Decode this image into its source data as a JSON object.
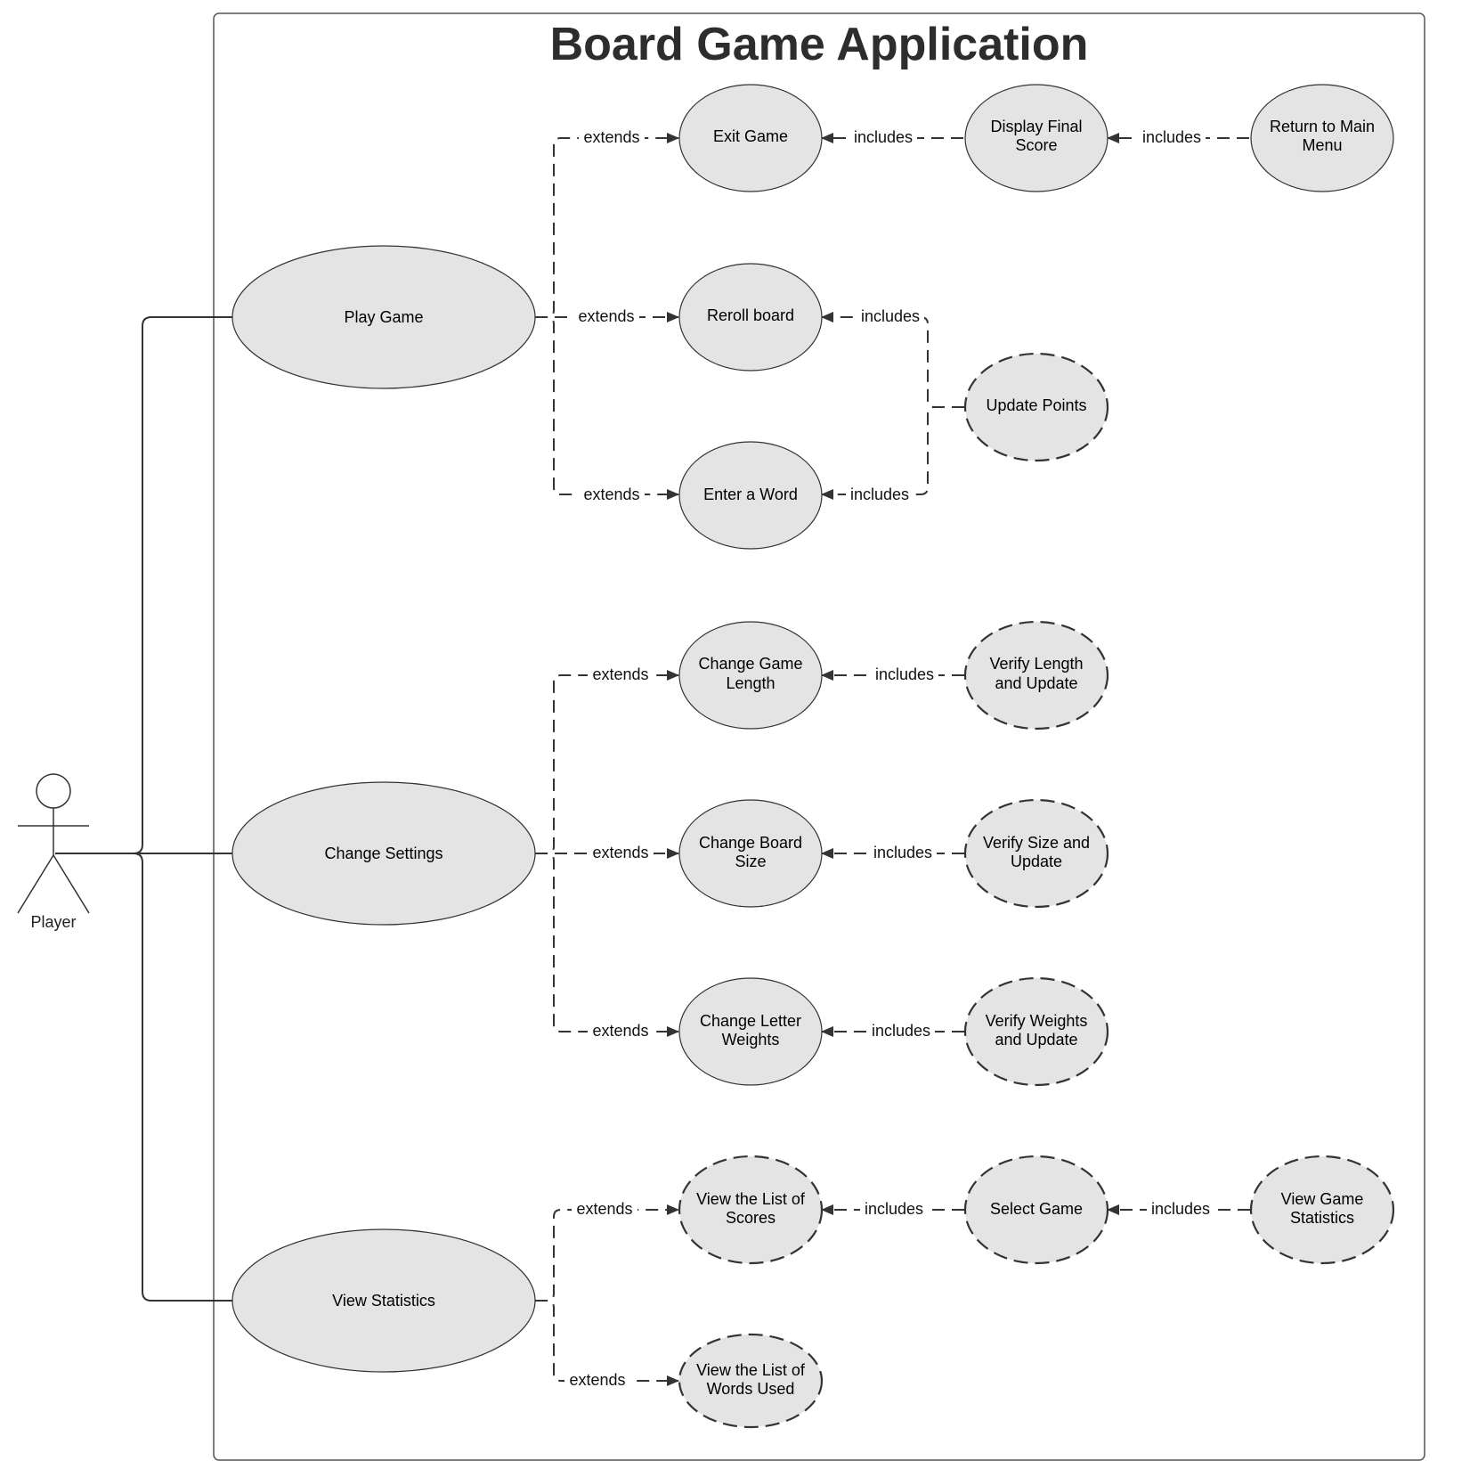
{
  "title": "Board Game Application",
  "actor": {
    "label": "Player"
  },
  "colors": {
    "ellipse_fill": "#e4e4e4",
    "stroke": "#333333",
    "title": "#2d2d2d"
  },
  "main_use_cases": {
    "play_game": "Play Game",
    "change_settings": "Change Settings",
    "view_statistics": "View Statistics"
  },
  "use_cases": {
    "exit_game": [
      "Exit Game"
    ],
    "display_final_score": [
      "Display Final",
      "Score"
    ],
    "return_to_main_menu": [
      "Return to Main",
      "Menu"
    ],
    "reroll_board": [
      "Reroll board"
    ],
    "update_points": [
      "Update Points"
    ],
    "enter_a_word": [
      "Enter a Word"
    ],
    "change_game_length": [
      "Change Game",
      "Length"
    ],
    "verify_length": [
      "Verify Length",
      "and Update"
    ],
    "change_board_size": [
      "Change Board",
      "Size"
    ],
    "verify_size": [
      "Verify Size and",
      "Update"
    ],
    "change_letter_weights": [
      "Change Letter",
      "Weights"
    ],
    "verify_weights": [
      "Verify Weights",
      "and Update"
    ],
    "view_list_scores": [
      "View the List of",
      "Scores"
    ],
    "select_game": [
      "Select Game"
    ],
    "view_game_statistics": [
      "View Game",
      "Statistics"
    ],
    "view_list_words": [
      "View the List of",
      "Words Used"
    ]
  },
  "relations": {
    "extends": "extends",
    "includes": "includes"
  }
}
